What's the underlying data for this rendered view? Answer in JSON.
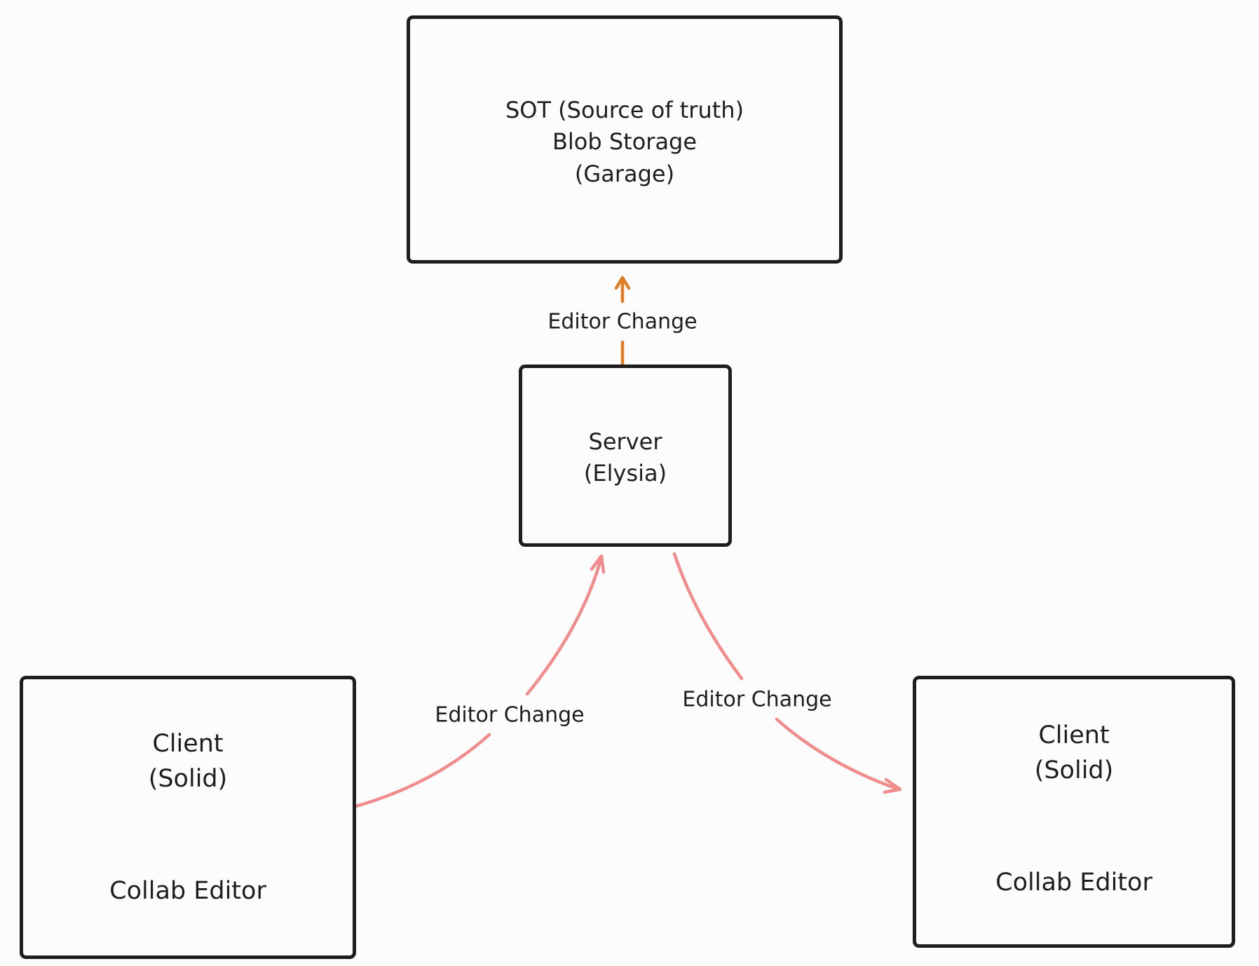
{
  "nodes": {
    "sot": {
      "label": "SOT (Source of truth)\nBlob Storage\n(Garage)"
    },
    "server": {
      "label": "Server\n(Elysia)"
    },
    "client_left": {
      "title": "Client\n(Solid)",
      "subtitle": "Collab Editor"
    },
    "client_right": {
      "title": "Client\n(Solid)",
      "subtitle": "Collab Editor"
    }
  },
  "edges": {
    "server_to_sot": {
      "label": "Editor Change",
      "color": "#e07b26"
    },
    "client_left_to_server": {
      "label": "Editor Change",
      "color": "#f28b8b"
    },
    "server_to_client_right": {
      "label": "Editor Change",
      "color": "#f28b8b"
    }
  }
}
